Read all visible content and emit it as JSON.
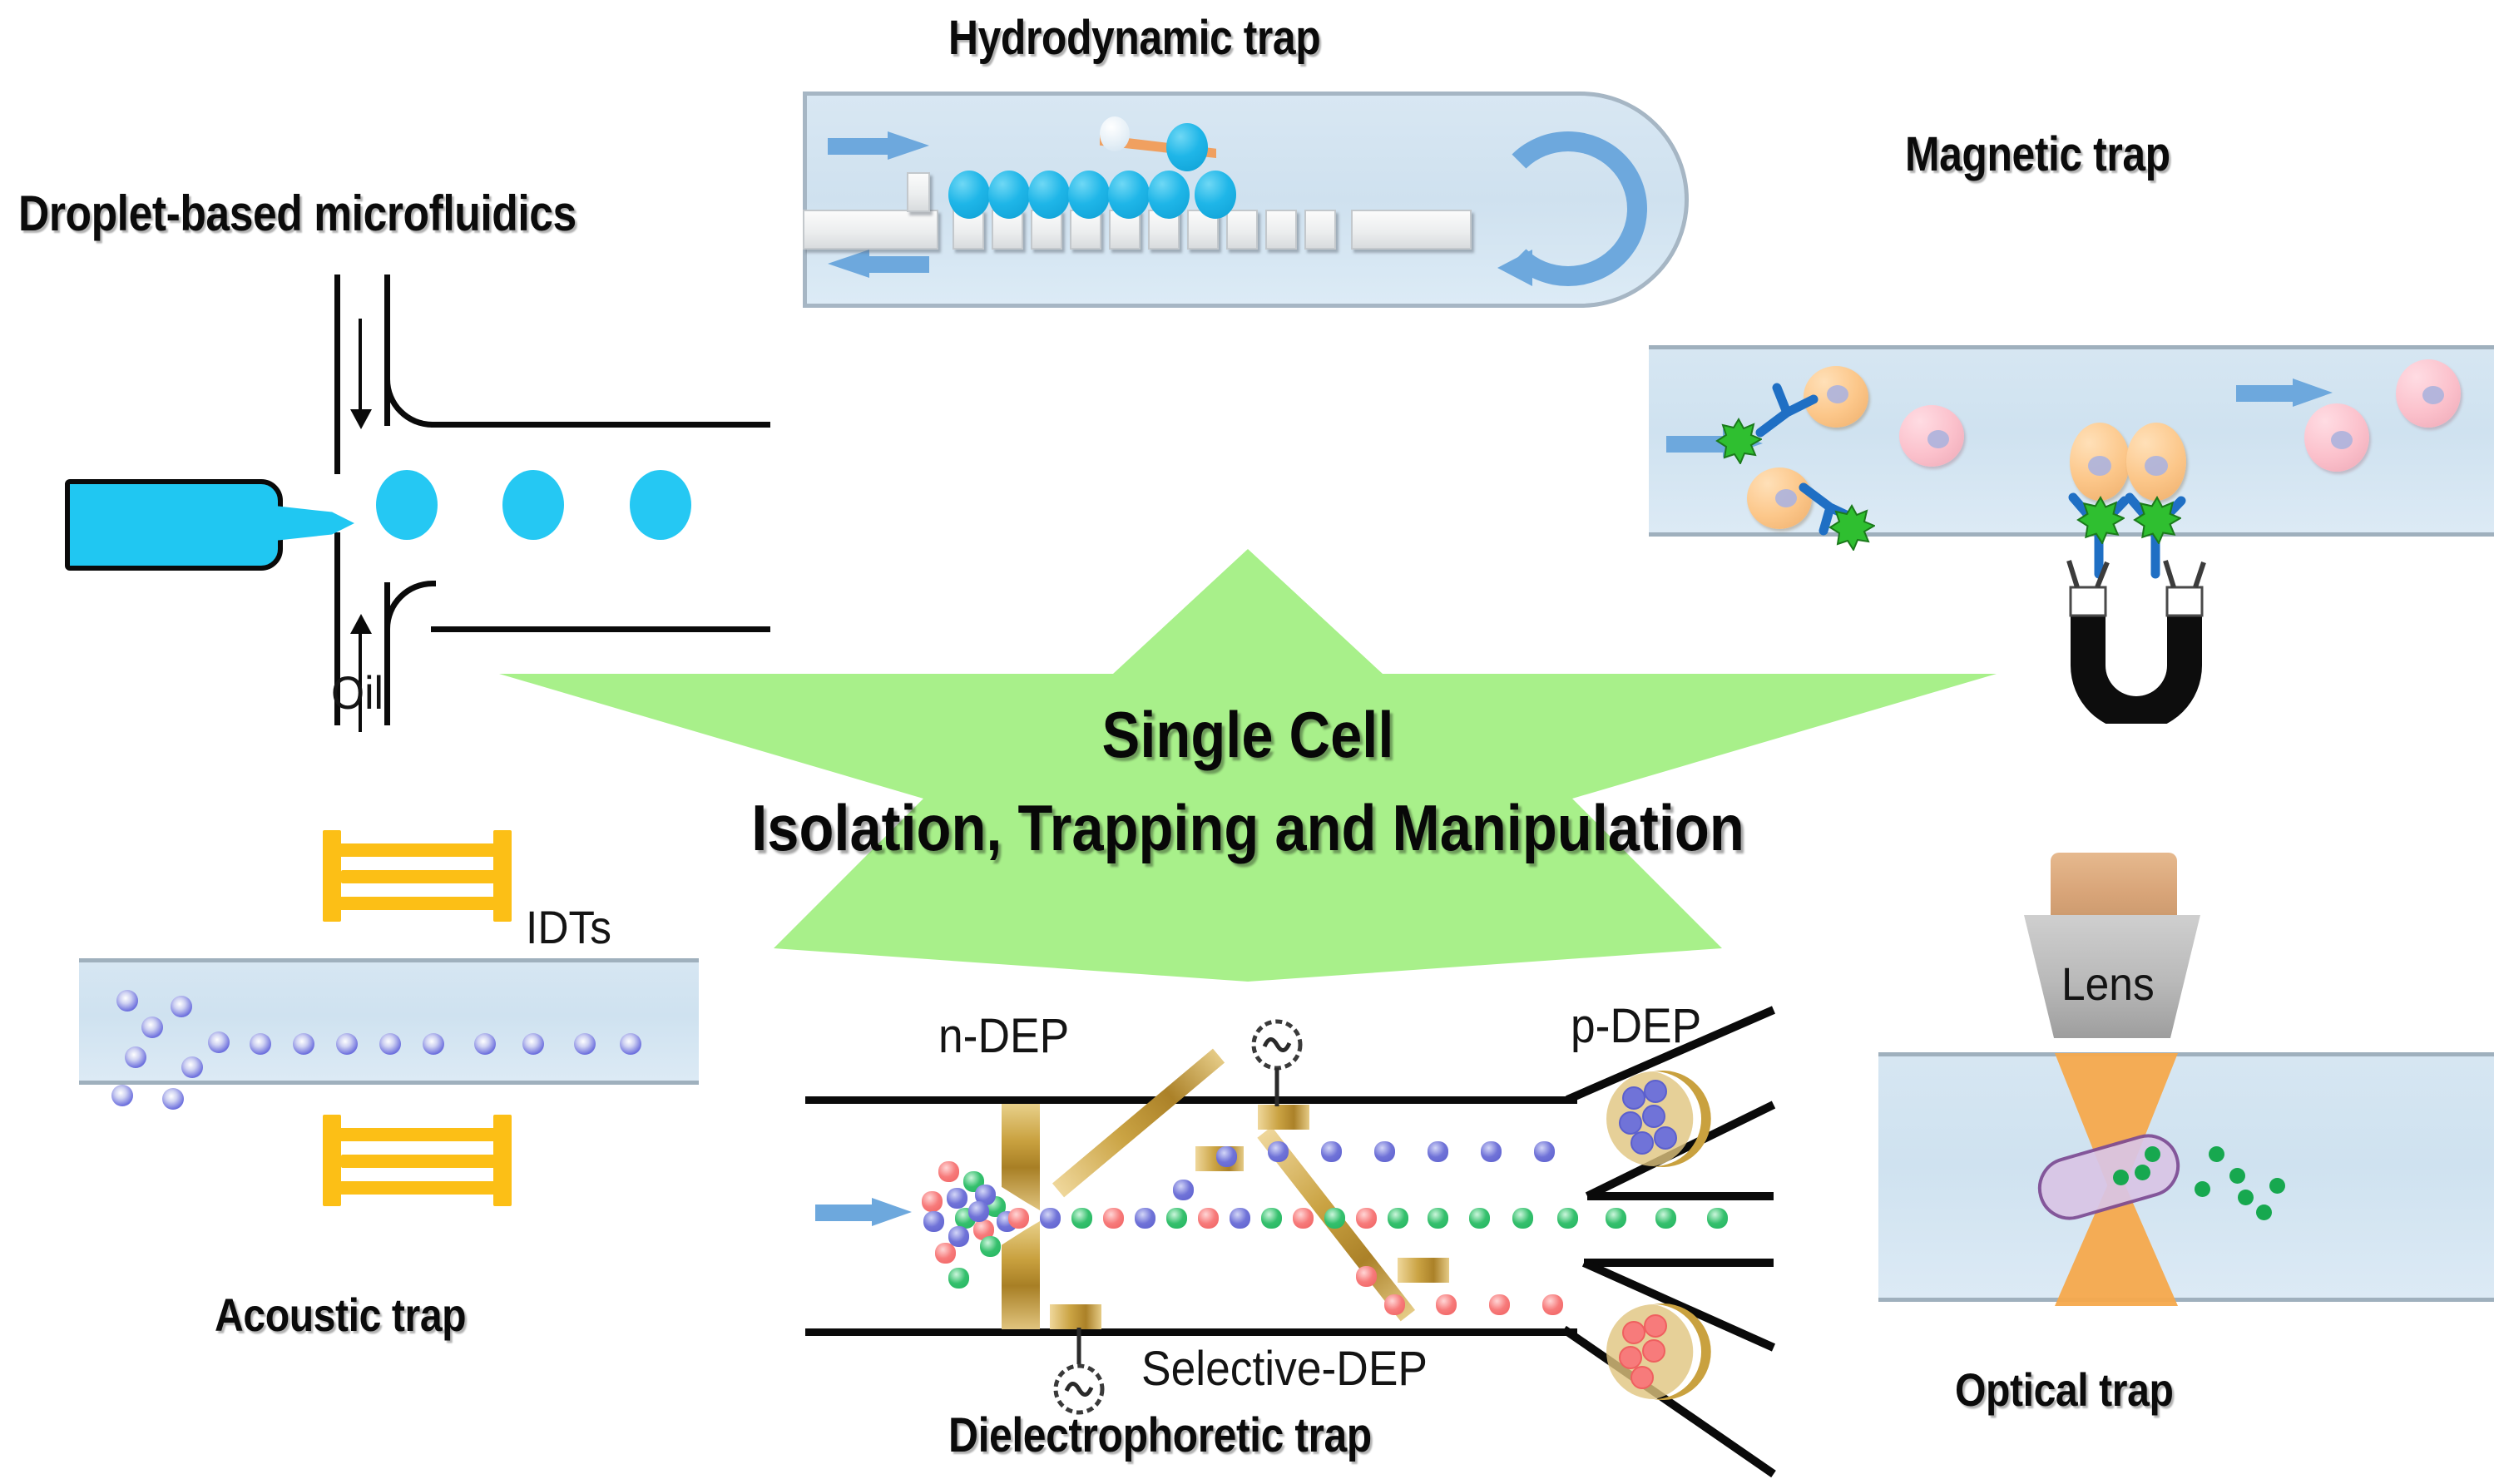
{
  "figure": {
    "center_banner": {
      "line1": "Single Cell",
      "line2": "Isolation, Trapping and Manipulation",
      "shape": "six-pointed-star",
      "fill_color": "#a8f08a",
      "text_color": "#080808"
    },
    "panels": [
      {
        "id": "droplet",
        "title": "Droplet-based microfluidics",
        "labels": {
          "oil": "Oil"
        },
        "droplet_count": 3,
        "colors": {
          "fluid": "#25c8f3",
          "wall": "#0a0a0a"
        }
      },
      {
        "id": "hydrodynamic",
        "title": "Hydrodynamic trap",
        "trapped_cell_count": 7,
        "pillar_count": 11,
        "arrows": [
          "right",
          "left",
          "recirculate"
        ],
        "colors": {
          "channel": "#cfe1ef",
          "cell": "#1fb6e8",
          "arrow": "#6da8dd"
        }
      },
      {
        "id": "magnetic",
        "title": "Magnetic trap",
        "free_labeled_cells": 2,
        "captured_cells": 2,
        "unlabeled_cells": 3,
        "magnet": "horseshoe",
        "colors": {
          "labeled_cell": "#fcc78a",
          "unlabeled_cell": "#fbc0cb",
          "antibody": "#1f6fc4",
          "bead": "#2fbf30",
          "magnet": "#0d0d0d"
        }
      },
      {
        "id": "acoustic",
        "title": "Acoustic trap",
        "labels": {
          "idts": "IDTs"
        },
        "idt_count": 2,
        "particle_color": "#6f72de",
        "electrode_color": "#fcbf16"
      },
      {
        "id": "dielectrophoretic",
        "title": "Dielectrophoretic trap",
        "labels": {
          "n_dep": "n-DEP",
          "p_dep": "p-DEP",
          "selective_dep": "Selective-DEP"
        },
        "cell_types": [
          "blue",
          "green",
          "red"
        ],
        "outlet_count": 3,
        "colors": {
          "electrode": "#c9a13f",
          "blue_cell": "#7073d8",
          "green_cell": "#35c06d",
          "red_cell": "#f77b7b"
        }
      },
      {
        "id": "optical",
        "title": "Optical trap",
        "labels": {
          "lens": "Lens"
        },
        "beam_color": "#f6a94c",
        "trapped_cell_color": "#d9c5e6",
        "free_particle_color": "#17a84f",
        "free_particle_count": 6
      }
    ]
  }
}
